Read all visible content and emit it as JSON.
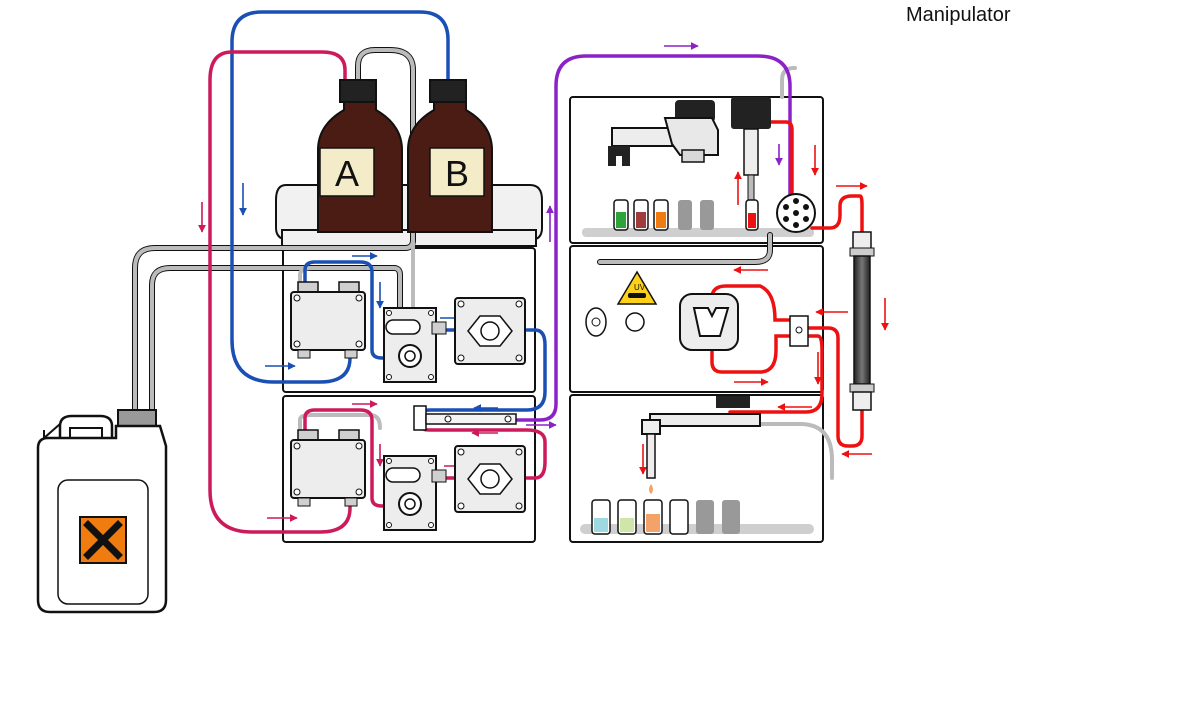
{
  "title": "Manipulator",
  "labels": {
    "bottle_a": "A",
    "bottle_b": "B",
    "uv": "UV"
  },
  "colors": {
    "solvent_a": "#cc1a5a",
    "solvent_b": "#1a4fb4",
    "mixed": "#8a22c8",
    "sample": "#ee1111",
    "waste": "#aaaaaa",
    "bottle": "#4a1c14",
    "hazard": "#f07c10"
  },
  "icons": [
    "hazard-x-icon",
    "uv-warning-icon",
    "flow-arrow-icon"
  ]
}
